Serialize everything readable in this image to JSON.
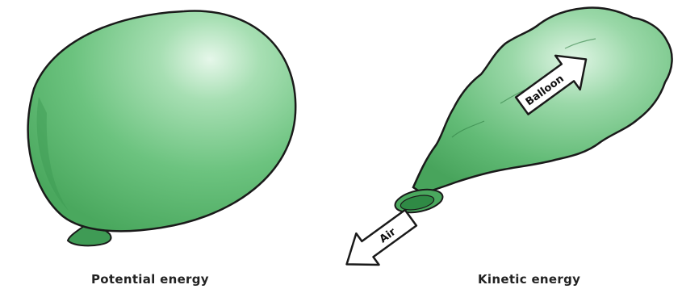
{
  "captions": {
    "potential": "Potential energy",
    "kinetic": "Kinetic energy"
  },
  "arrows": {
    "balloon": "Balloon",
    "air": "Air"
  },
  "colors": {
    "balloon_fill": "#5cb870",
    "balloon_dark": "#3c9a52",
    "balloon_light": "#c8ecd0",
    "outline": "#1a1a1a"
  }
}
